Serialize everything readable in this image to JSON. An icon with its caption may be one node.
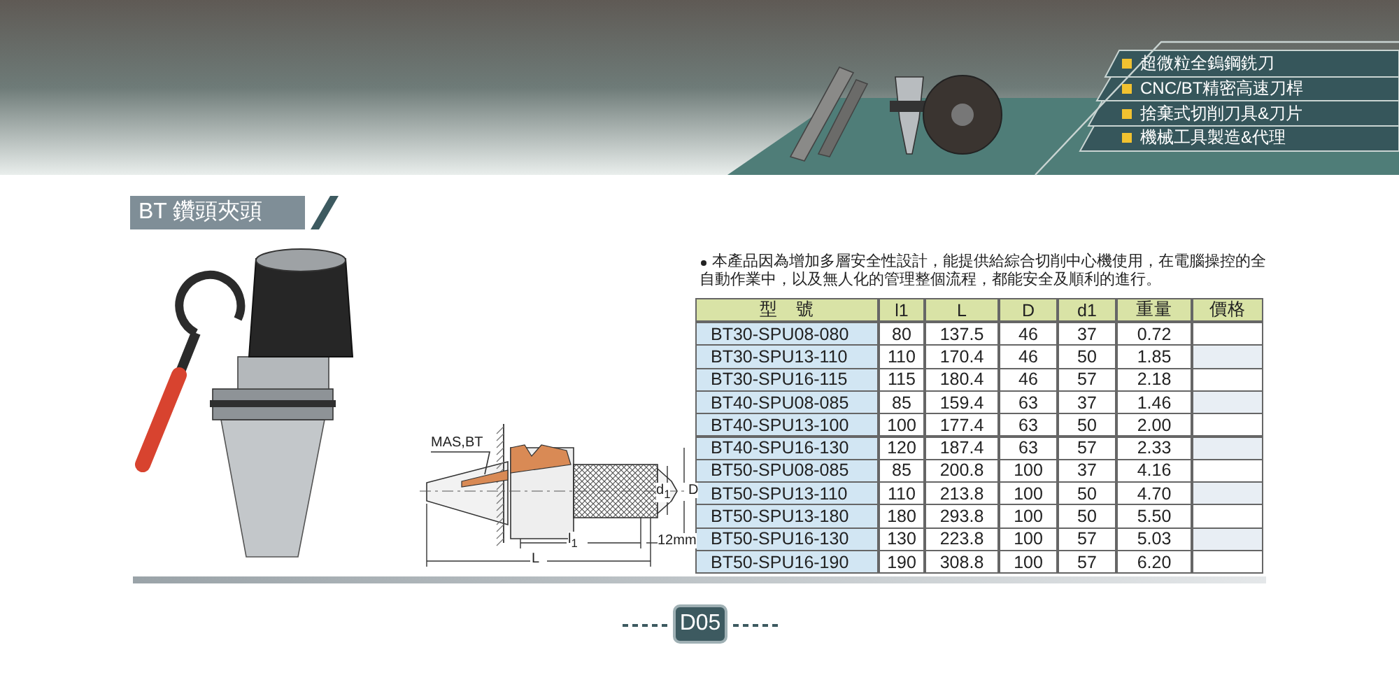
{
  "diagram": {
    "title": "BT 鑽頭夾頭",
    "nodes": [
      {
        "text": [
          "MAS,BT"
        ]
      },
      {
        "text": [],
        "shape": "picture"
      },
      {
        "text": [
          "D05"
        ]
      }
    ],
    "edges": [
      {
        "from": 0,
        "to": 1,
        "arrow": "none"
      }
    ],
    "labels": [
      "超微粒全鎢鋼銑刀",
      "CNC/BT精密高速刀桿",
      "捨棄式切削刀具&刀片",
      "機械工具製造&代理",
      "本產品因為增加多層安全性設計，能提供給綜合切削中心機使用，在電腦操控的全自動作業中，以及無人化的管理整個流程，都能安全及順利的進行。",
      "型　號",
      "l1",
      "L",
      "D",
      "d1",
      "重量",
      "價格",
      "BT30-SPU08-080",
      "80",
      "137.5",
      "46",
      "37",
      "0.72",
      "BT30-SPU13-110",
      "110",
      "170.4",
      "46",
      "50",
      "1.85",
      "BT30-SPU16-115",
      "115",
      "180.4",
      "46",
      "57",
      "2.18",
      "BT40-SPU08-085",
      "85",
      "159.4",
      "63",
      "37",
      "1.46",
      "BT40-SPU13-100",
      "100",
      "177.4",
      "63",
      "50",
      "2.00",
      "BT40-SPU16-130",
      "120",
      "187.4",
      "63",
      "57",
      "2.33",
      "BT50-SPU08-085",
      "85",
      "200.8",
      "100",
      "37",
      "4.16",
      "BT50-SPU13-110",
      "110",
      "213.8",
      "100",
      "50",
      "4.70",
      "BT50-SPU13-180",
      "180",
      "293.8",
      "100",
      "50",
      "5.50",
      "BT50-SPU16-130",
      "130",
      "223.8",
      "100",
      "57",
      "5.03",
      "BT50-SPU16-190",
      "190",
      "308.8",
      "100",
      "57",
      "6.20",
      "d$_{1}$",
      "D",
      "l$_{1}$",
      "12mm",
      "L"
    ]
  }
}
